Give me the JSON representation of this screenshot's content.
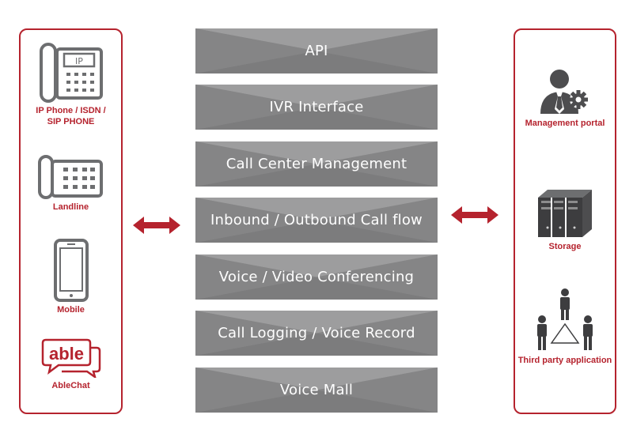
{
  "left_devices": [
    {
      "label": "IP Phone / ISDN /\nSIP PHONE",
      "icon": "ip-phone-icon",
      "badge": "IP"
    },
    {
      "label": "Landline",
      "icon": "landline-phone-icon"
    },
    {
      "label": "Mobile",
      "icon": "mobile-phone-icon"
    },
    {
      "label": "AbleChat",
      "icon": "ablechat-logo-icon"
    }
  ],
  "layers": [
    {
      "label": "API"
    },
    {
      "label": "IVR Interface"
    },
    {
      "label": "Call Center Management"
    },
    {
      "label": "Inbound / Outbound Call flow"
    },
    {
      "label": "Voice / Video Conferencing"
    },
    {
      "label": "Call Logging / Voice Record"
    },
    {
      "label": "Voice Mall"
    }
  ],
  "right_items": [
    {
      "label": "Management portal",
      "icon": "admin-user-gear-icon"
    },
    {
      "label": "Storage",
      "icon": "server-storage-icon"
    },
    {
      "label": "Third party application",
      "icon": "people-network-icon"
    }
  ],
  "colors": {
    "accent": "#b5232e",
    "layer_bg": "#8c8c8d",
    "icon_gray": "#6d6e70"
  }
}
